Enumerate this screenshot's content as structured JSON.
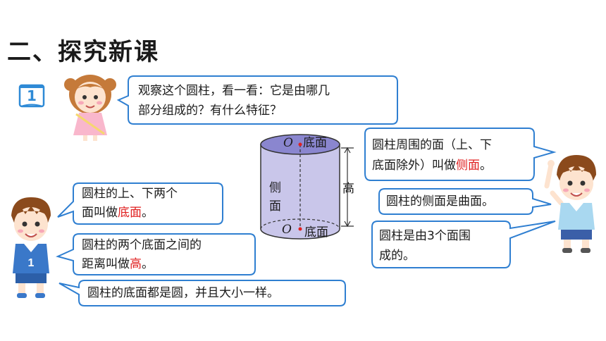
{
  "page_title": "二、探究新课",
  "badge_number": "1",
  "question": {
    "line1": "观察这个圆柱，看一看：它是由哪几",
    "line2": "部分组成的？有什么特征？"
  },
  "left_bubbles": {
    "b1": {
      "line1": "圆柱的上、下两个",
      "line2_pre": "面叫做",
      "line2_red": "底面",
      "line2_post": "。"
    },
    "b2": {
      "line1": "圆柱的两个底面之间的",
      "line2_pre": "距离叫做",
      "line2_red": "高",
      "line2_post": "。"
    },
    "b3": {
      "text": "圆柱的底面都是圆，并且大小一样。"
    }
  },
  "right_bubbles": {
    "b1": {
      "line1": "圆柱周围的面（上、下",
      "line2_pre": "底面除外）叫做",
      "line2_red": "侧面",
      "line2_post": "。"
    },
    "b2": {
      "text": "圆柱的侧面是曲面。"
    },
    "b3": {
      "line1": "圆柱是由3个面围",
      "line2": "成的。"
    }
  },
  "diagram": {
    "top_label": "底面",
    "bottom_label": "底面",
    "center_letter_top": "O",
    "center_letter_bottom": "O",
    "side_char1": "侧",
    "side_char2": "面",
    "height_label": "高"
  },
  "colors": {
    "bubble_border": "#2f7fd1",
    "accent_red": "#e02020",
    "cylinder_fill": "#c9c6ea",
    "cylinder_top": "#8a86cf",
    "badge_blue": "#2e8ad6"
  }
}
